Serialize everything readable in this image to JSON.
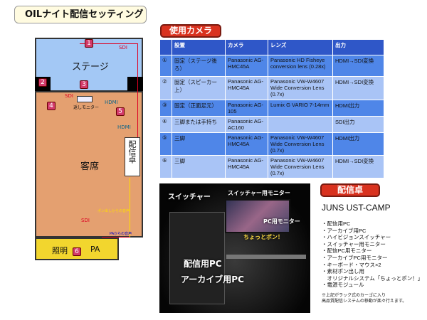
{
  "title": "OILナイト配信セッティング",
  "map": {
    "stage": "ステージ",
    "audience": "客席",
    "desk": "配信卓",
    "lighting": "照明",
    "pa": "PA",
    "return_monitor": "返しモニター",
    "sdi": "SDI",
    "hdmi": "HDMI",
    "pon_audio": "ポン出しからの音声",
    "pa_audio": "PAからの音声",
    "cams": [
      "1",
      "2",
      "3",
      "4",
      "5",
      "6"
    ]
  },
  "cameras": {
    "heading": "使用カメラ",
    "columns": [
      "",
      "設置",
      "カメラ",
      "レンズ",
      "出力"
    ],
    "rows": [
      [
        "①",
        "固定（ステージ後ろ）",
        "Panasonic AG-HMC45A",
        "Panasonic HD Fisheye conversion lens (0.28x)",
        "HDMI→SDI変換"
      ],
      [
        "②",
        "固定（スピーカー上）",
        "Panasonic AG-HMC45A",
        "Panasonic VW-W4607 Wide Conversion Lens (0.7x)",
        "HDMI→SDI変換"
      ],
      [
        "③",
        "固定（正面足元）",
        "Panasonic AG-105",
        "Lumix G VARIO 7-14mm",
        "HDMI出力"
      ],
      [
        "④",
        "三脚または手持ち",
        "Panasonic AG-AC160",
        "",
        "SDI出力"
      ],
      [
        "⑤",
        "三脚",
        "Panasonic AG-HMC45A",
        "Panasonic VW-W4607 Wide Conversion Lens (0.7x)",
        "HDMI出力"
      ],
      [
        "⑥",
        "三脚",
        "Panasonic AG-HMC45A",
        "Panasonic VW-W4607 Wide Conversion Lens (0.7x)",
        "HDMI→SDI変換"
      ]
    ]
  },
  "photo": {
    "switcher": "スイッチャー",
    "switcher_monitor": "スイッチャー用モニター",
    "pc_monitor": "PC用モニター",
    "pon": "ちょっとポン！",
    "stream_pc": "配信用PC",
    "archive_pc": "アーカイブ用PC"
  },
  "desk": {
    "heading": "配信卓",
    "name": "JUNS UST-CAMP",
    "items": [
      "・配信用PC",
      "・アーカイブ用PC",
      "・ハイビジョンスイッチャー",
      "・スイッチャー用モニター",
      "・配信PC用モニター",
      "・アーカイブPC用モニター",
      "・キーボード・マウス×2",
      "・素材ポン出し用",
      "　オリジナルシステム「ちょっとポン！」",
      "・電源モジュール"
    ],
    "note1": "※上記がラック式のカーゴに入り",
    "note2": "高品質配信システムの移動が楽々行えます。"
  }
}
